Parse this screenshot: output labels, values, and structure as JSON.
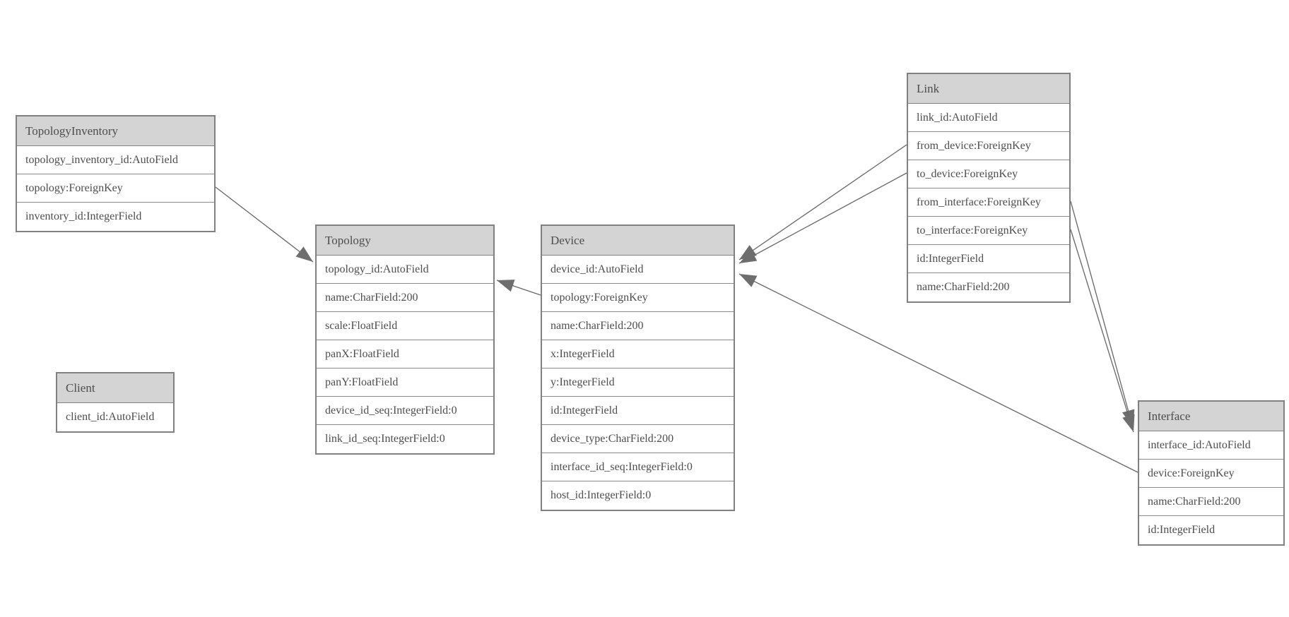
{
  "colors": {
    "header_fill": "#d4d4d4",
    "table_border": "#808080",
    "row_divider": "#8c8c8c",
    "text": "#4d4d4d",
    "edge": "#666666",
    "background": "#ffffff"
  },
  "tables": [
    {
      "name": "TopologyInventory",
      "fields": [
        "topology_inventory_id:AutoField",
        "topology:ForeignKey",
        "inventory_id:IntegerField"
      ]
    },
    {
      "name": "Topology",
      "fields": [
        "topology_id:AutoField",
        "name:CharField:200",
        "scale:FloatField",
        "panX:FloatField",
        "panY:FloatField",
        "device_id_seq:IntegerField:0",
        "link_id_seq:IntegerField:0"
      ]
    },
    {
      "name": "Client",
      "fields": [
        "client_id:AutoField"
      ]
    },
    {
      "name": "Device",
      "fields": [
        "device_id:AutoField",
        "topology:ForeignKey",
        "name:CharField:200",
        "x:IntegerField",
        "y:IntegerField",
        "id:IntegerField",
        "device_type:CharField:200",
        "interface_id_seq:IntegerField:0",
        "host_id:IntegerField:0"
      ]
    },
    {
      "name": "Link",
      "fields": [
        "link_id:AutoField",
        "from_device:ForeignKey",
        "to_device:ForeignKey",
        "from_interface:ForeignKey",
        "to_interface:ForeignKey",
        "id:IntegerField",
        "name:CharField:200"
      ]
    },
    {
      "name": "Interface",
      "fields": [
        "interface_id:AutoField",
        "device:ForeignKey",
        "name:CharField:200",
        "id:IntegerField"
      ]
    }
  ],
  "relationships": [
    {
      "from": "TopologyInventory.topology",
      "to": "Topology"
    },
    {
      "from": "Device.topology",
      "to": "Topology"
    },
    {
      "from": "Link.from_device",
      "to": "Device"
    },
    {
      "from": "Link.to_device",
      "to": "Device"
    },
    {
      "from": "Link.from_interface",
      "to": "Interface"
    },
    {
      "from": "Link.to_interface",
      "to": "Interface"
    },
    {
      "from": "Interface.device",
      "to": "Device"
    }
  ]
}
